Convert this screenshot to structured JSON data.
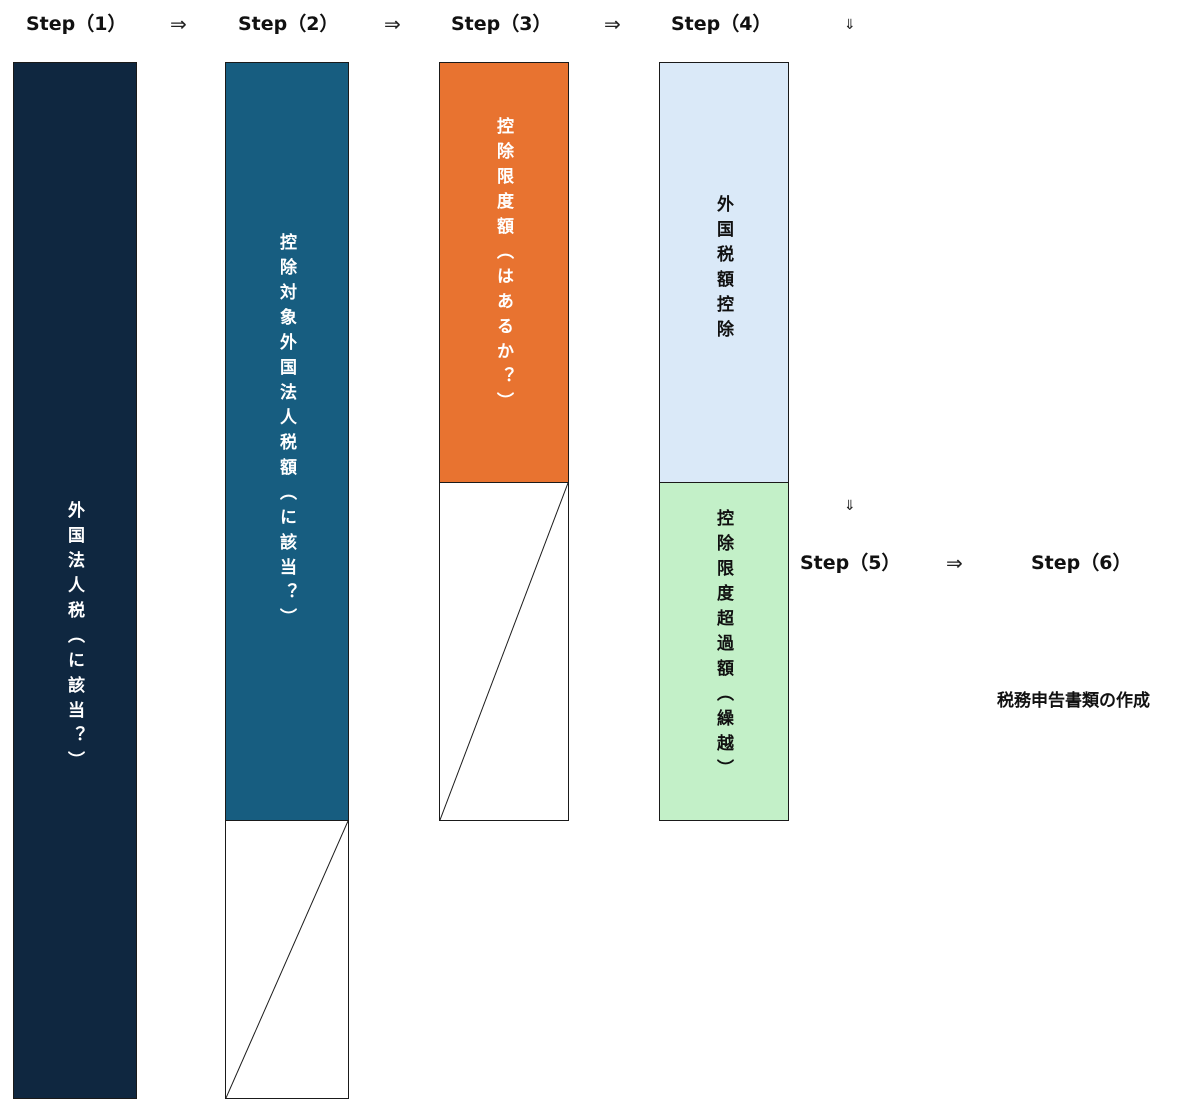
{
  "steps": {
    "s1": "Step（1）",
    "s2": "Step（2）",
    "s3": "Step（3）",
    "s4": "Step（4）",
    "s5": "Step（5）",
    "s6": "Step（6）"
  },
  "arrows": {
    "right": "⇒",
    "down": "⇓"
  },
  "boxes": {
    "foreign_corporate_tax": "外国法人税（に該当？）",
    "creditable_foreign_tax": "控除対象外国法人税額（に該当？）",
    "credit_limit": "控除限度額（はあるか？）",
    "foreign_tax_credit": "外国税額控除",
    "excess_credit_limit": "控除限度超過額（繰越）"
  },
  "note": {
    "tax_filing": "税務申告書類の作成"
  },
  "colors": {
    "navy": "#0f2740",
    "teal": "#175d80",
    "orange": "#e87330",
    "light_blue": "#dae9f8",
    "light_green": "#c3f0c8"
  }
}
